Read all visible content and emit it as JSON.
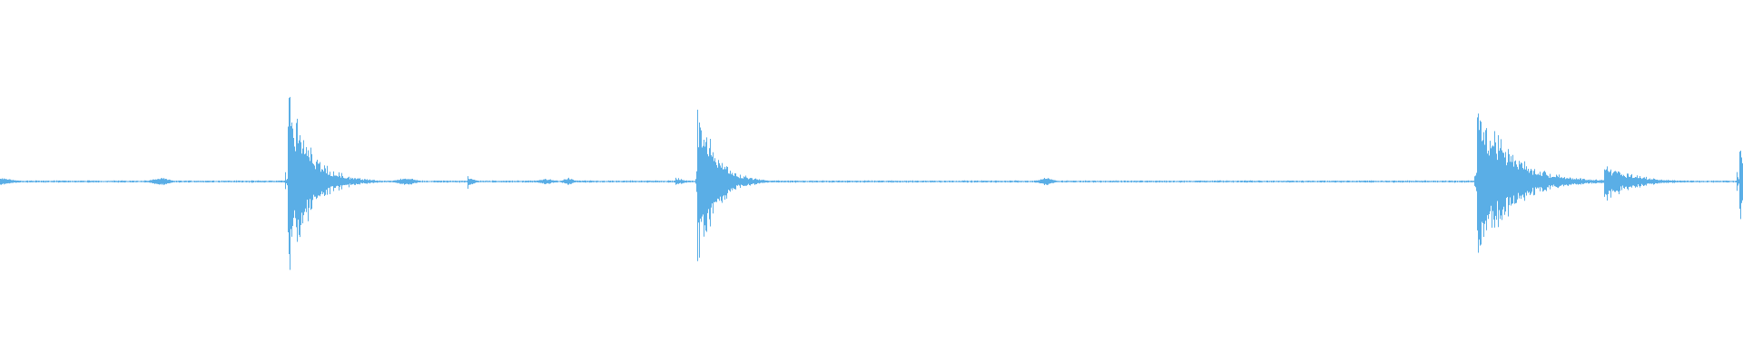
{
  "waveform": {
    "color": "#5aaee6",
    "background": "#ffffff",
    "baseline_fraction": 0.5,
    "noise_floor": 0.004,
    "events": [
      {
        "t": 0.0,
        "peak": 0.018,
        "decay": 0.015,
        "type": "hum"
      },
      {
        "t": 0.092,
        "peak": 0.02,
        "decay": 0.01,
        "type": "hum"
      },
      {
        "t": 0.165,
        "peak": 0.52,
        "decay": 0.012,
        "type": "hit"
      },
      {
        "t": 0.171,
        "peak": 0.12,
        "decay": 0.006,
        "type": "hit"
      },
      {
        "t": 0.233,
        "peak": 0.02,
        "decay": 0.01,
        "type": "hum"
      },
      {
        "t": 0.268,
        "peak": 0.04,
        "decay": 0.003,
        "type": "tick"
      },
      {
        "t": 0.313,
        "peak": 0.015,
        "decay": 0.008,
        "type": "hum"
      },
      {
        "t": 0.326,
        "peak": 0.018,
        "decay": 0.006,
        "type": "hum"
      },
      {
        "t": 0.387,
        "peak": 0.03,
        "decay": 0.004,
        "type": "tick"
      },
      {
        "t": 0.4,
        "peak": 0.46,
        "decay": 0.01,
        "type": "hit"
      },
      {
        "t": 0.6,
        "peak": 0.02,
        "decay": 0.008,
        "type": "hum"
      },
      {
        "t": 0.847,
        "peak": 0.45,
        "decay": 0.018,
        "type": "hit"
      },
      {
        "t": 0.874,
        "peak": 0.07,
        "decay": 0.004,
        "type": "hit"
      },
      {
        "t": 0.92,
        "peak": 0.11,
        "decay": 0.015,
        "type": "hit"
      },
      {
        "t": 0.9975,
        "peak": 0.36,
        "decay": 0.002,
        "type": "hit"
      }
    ]
  }
}
